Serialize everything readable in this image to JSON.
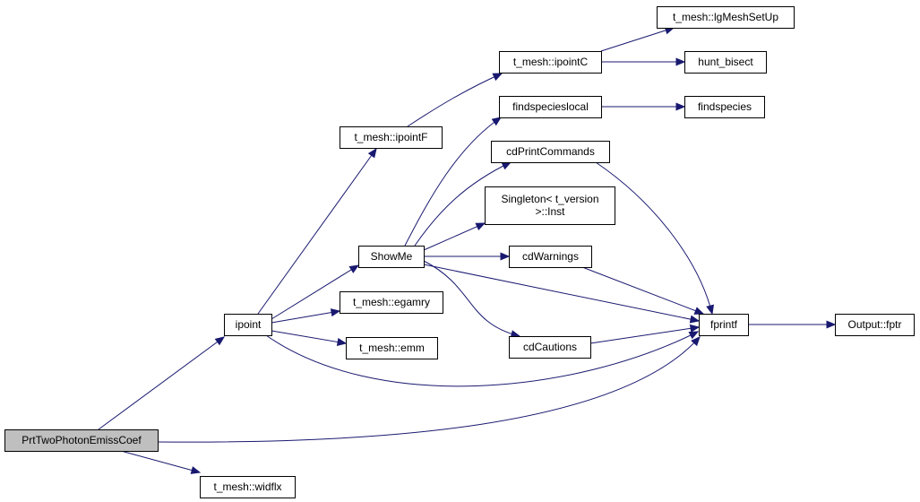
{
  "graph": {
    "edge_color": "#191970",
    "root_fill": "#bfbfbf",
    "nodes": [
      {
        "id": "root",
        "lines": [
          "PrtTwoPhotonEmissCoef"
        ]
      },
      {
        "id": "ipoint",
        "lines": [
          "ipoint"
        ]
      },
      {
        "id": "widflx",
        "lines": [
          "t_mesh::widflx"
        ]
      },
      {
        "id": "ipointF",
        "lines": [
          "t_mesh::ipointF"
        ]
      },
      {
        "id": "showme",
        "lines": [
          "ShowMe"
        ]
      },
      {
        "id": "egamry",
        "lines": [
          "t_mesh::egamry"
        ]
      },
      {
        "id": "emm",
        "lines": [
          "t_mesh::emm"
        ]
      },
      {
        "id": "ipointC",
        "lines": [
          "t_mesh::ipointC"
        ]
      },
      {
        "id": "lgmesh",
        "lines": [
          "t_mesh::lgMeshSetUp"
        ]
      },
      {
        "id": "hunt",
        "lines": [
          "hunt_bisect"
        ]
      },
      {
        "id": "fslocal",
        "lines": [
          "findspecieslocal"
        ]
      },
      {
        "id": "fspecies",
        "lines": [
          "findspecies"
        ]
      },
      {
        "id": "cdprint",
        "lines": [
          "cdPrintCommands"
        ]
      },
      {
        "id": "singleton",
        "lines": [
          "Singleton< t_version",
          ">::Inst"
        ]
      },
      {
        "id": "cdwarn",
        "lines": [
          "cdWarnings"
        ]
      },
      {
        "id": "cdcaut",
        "lines": [
          "cdCautions"
        ]
      },
      {
        "id": "fprintf",
        "lines": [
          "fprintf"
        ]
      },
      {
        "id": "fptr",
        "lines": [
          "Output::fptr"
        ]
      }
    ],
    "edges": [
      {
        "from": "root",
        "to": "ipoint"
      },
      {
        "from": "root",
        "to": "widflx"
      },
      {
        "from": "root",
        "to": "fprintf"
      },
      {
        "from": "ipoint",
        "to": "ipointF"
      },
      {
        "from": "ipoint",
        "to": "showme"
      },
      {
        "from": "ipoint",
        "to": "egamry"
      },
      {
        "from": "ipoint",
        "to": "emm"
      },
      {
        "from": "ipoint",
        "to": "fprintf"
      },
      {
        "from": "ipointF",
        "to": "ipointC"
      },
      {
        "from": "ipointC",
        "to": "lgmesh"
      },
      {
        "from": "ipointC",
        "to": "hunt"
      },
      {
        "from": "showme",
        "to": "fslocal"
      },
      {
        "from": "showme",
        "to": "cdprint"
      },
      {
        "from": "showme",
        "to": "singleton"
      },
      {
        "from": "showme",
        "to": "cdwarn"
      },
      {
        "from": "showme",
        "to": "cdcaut"
      },
      {
        "from": "showme",
        "to": "fprintf"
      },
      {
        "from": "fslocal",
        "to": "fspecies"
      },
      {
        "from": "cdprint",
        "to": "fprintf"
      },
      {
        "from": "cdwarn",
        "to": "fprintf"
      },
      {
        "from": "cdcaut",
        "to": "fprintf"
      },
      {
        "from": "fprintf",
        "to": "fptr"
      }
    ]
  }
}
